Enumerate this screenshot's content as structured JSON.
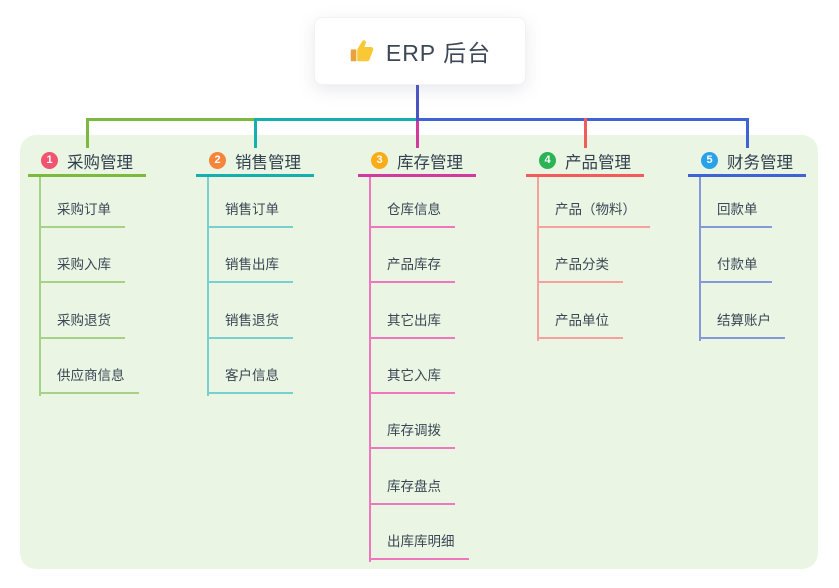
{
  "root": {
    "title": "ERP 后台",
    "icon": "thumbs-up-icon",
    "connector_color": "#4a53c4"
  },
  "branches": [
    {
      "number": "1",
      "label": "采购管理",
      "badge_color": "#f2536e",
      "line_color": "#7cb93f",
      "child_line_color": "#a6d287",
      "children": [
        "采购订单",
        "采购入库",
        "采购退货",
        "供应商信息"
      ]
    },
    {
      "number": "2",
      "label": "销售管理",
      "badge_color": "#f8833b",
      "line_color": "#13b0ae",
      "child_line_color": "#79cfcc",
      "children": [
        "销售订单",
        "销售出库",
        "销售退货",
        "客户信息"
      ]
    },
    {
      "number": "3",
      "label": "库存管理",
      "badge_color": "#fbac16",
      "line_color": "#d23aa0",
      "child_line_color": "#ee77c0",
      "children": [
        "仓库信息",
        "产品库存",
        "其它出库",
        "其它入库",
        "库存调拨",
        "库存盘点",
        "出库库明细"
      ]
    },
    {
      "number": "4",
      "label": "产品管理",
      "badge_color": "#2ab456",
      "line_color": "#f25b5b",
      "child_line_color": "#f8a09e",
      "children": [
        "产品（物料）",
        "产品分类",
        "产品单位"
      ]
    },
    {
      "number": "5",
      "label": "财务管理",
      "badge_color": "#29a2e9",
      "line_color": "#3f63d4",
      "child_line_color": "#8598db",
      "children": [
        "回款单",
        "付款单",
        "结算账户"
      ]
    }
  ],
  "colors": {
    "canvas_bg": "#ffffff",
    "panel_bg": "#eaf6e3",
    "title_text": "#33404f",
    "child_text": "#3a4654"
  }
}
